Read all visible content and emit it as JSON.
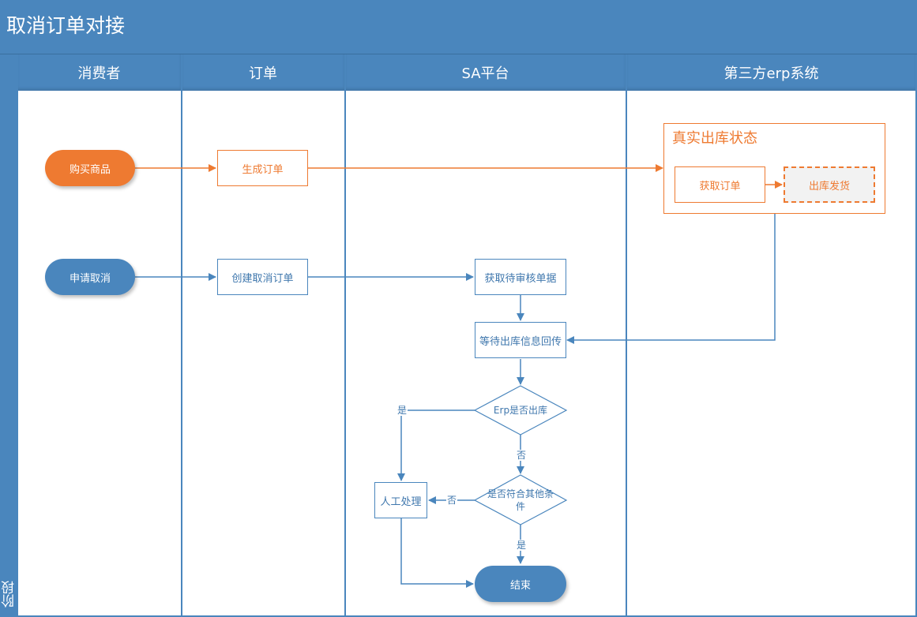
{
  "title": "取消订单对接",
  "stage_label": "阶段",
  "lanes": [
    "消费者",
    "订单",
    "SA平台",
    "第三方erp系统"
  ],
  "nodes": {
    "buy": "购买商品",
    "gen_order": "生成订单",
    "group_title": "真实出库状态",
    "fetch_order": "获取订单",
    "ship": "出库发货",
    "apply_cancel": "申请取消",
    "create_cancel": "创建取消订单",
    "fetch_pending": "获取待审核单据",
    "wait_feedback": "等待出库信息回传",
    "erp_decision": "Erp是否出库",
    "other_cond": "是否符合其他条件",
    "manual": "人工处理",
    "end": "结束"
  },
  "edge_labels": {
    "yes_left": "是",
    "no_down": "否",
    "no_left": "否",
    "yes_down": "是"
  },
  "colors": {
    "blue": "#4a86bd",
    "orange": "#ee7a31"
  }
}
